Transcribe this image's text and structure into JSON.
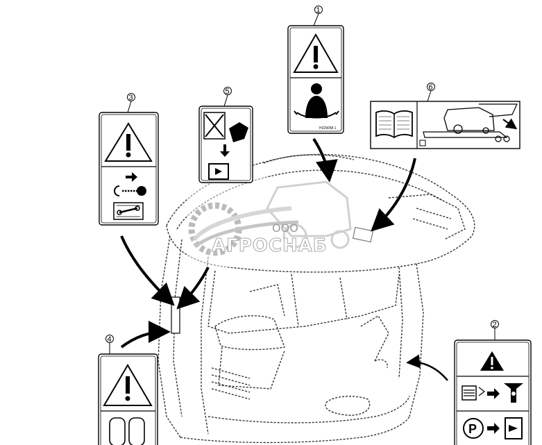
{
  "callouts": [
    {
      "id": "1",
      "label": "1"
    },
    {
      "id": "2",
      "label": "2"
    },
    {
      "id": "3",
      "label": "3"
    },
    {
      "id": "4",
      "label": "4"
    },
    {
      "id": "5",
      "label": "5"
    },
    {
      "id": "6",
      "label": "6"
    }
  ],
  "decal_code": "H229058 1",
  "watermark": {
    "prefix": "ООО",
    "name": "АГРОСНАБ"
  },
  "icons": [
    "warning-triangle-icon",
    "seated-operator-icon",
    "arrow-right-icon",
    "key-icon",
    "manual-wrench-icon",
    "manual-book-icon",
    "combine-transport-icon",
    "door-exit-icon",
    "parking-brake-icon",
    "tire-icon"
  ],
  "colors": {
    "line": "#000000",
    "watermark_red": "#c8c8c8",
    "background": "#ffffff"
  }
}
